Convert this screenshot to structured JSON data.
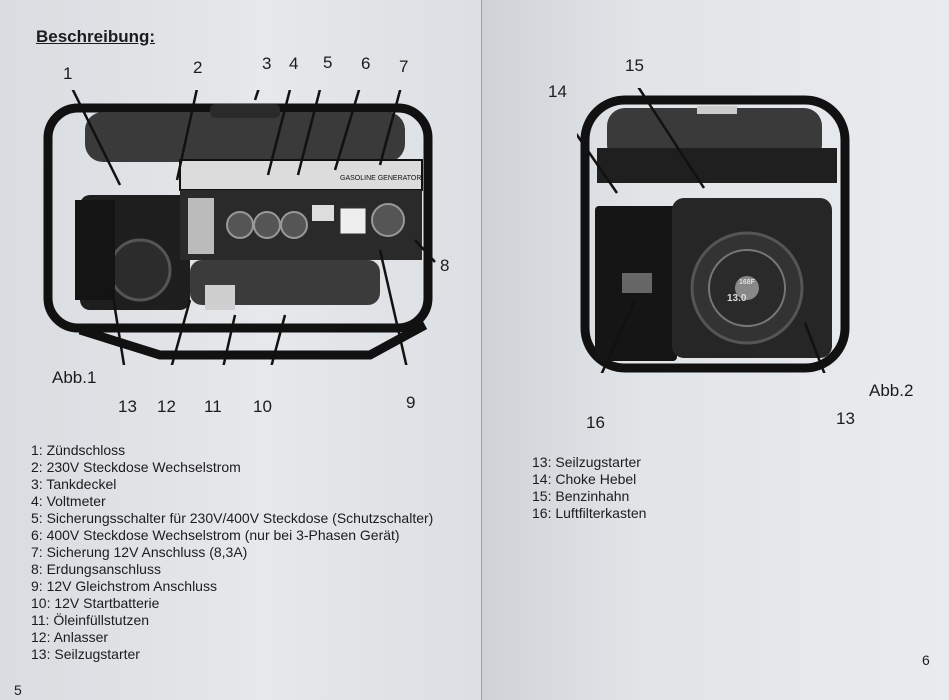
{
  "left_page": {
    "heading": "Beschreibung:",
    "figure_label": "Abb.1",
    "callouts": [
      "1",
      "2",
      "3",
      "4",
      "5",
      "6",
      "7",
      "8",
      "9",
      "10",
      "11",
      "12",
      "13"
    ],
    "panel_text": "GASOLINE GENERATOR",
    "legend": [
      "1: Zündschloss",
      "2: 230V Steckdose Wechselstrom",
      "3: Tankdeckel",
      "4: Voltmeter",
      "5: Sicherungsschalter für 230V/400V Steckdose (Schutzschalter)",
      "6: 400V Steckdose Wechselstrom (nur bei 3-Phasen Gerät)",
      "7: Sicherung 12V Anschluss (8,3A)",
      "8: Erdungsanschluss",
      "9: 12V Gleichstrom Anschluss",
      "10: 12V Startbatterie",
      "11: Öleinfüllstutzen",
      "12: Anlasser",
      "13: Seilzugstarter"
    ],
    "page_number": "5"
  },
  "right_page": {
    "figure_label": "Abb.2",
    "callouts": [
      "14",
      "15",
      "16",
      "13"
    ],
    "engine_badge": "168F",
    "engine_hp": "13.0",
    "legend": [
      "13: Seilzugstarter",
      "14: Choke Hebel",
      "15: Benzinhahn",
      "16: Luftfilterkasten"
    ],
    "page_number": "6"
  }
}
